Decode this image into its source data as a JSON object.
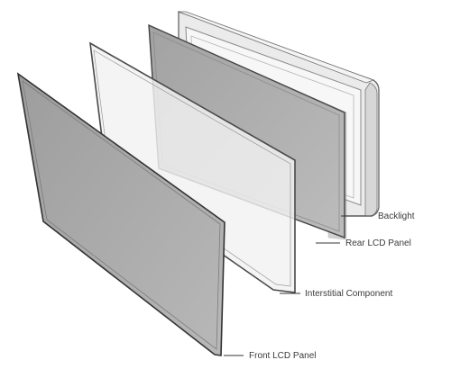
{
  "labels": {
    "backlight": "Backlight",
    "rear_lcd": "Rear LCD Panel",
    "interstitial": "Interstitial Component",
    "front_lcd": "Front LCD Panel"
  },
  "colors": {
    "panel_gray": "#a9a9a9",
    "frame_gray": "#8a8a8a",
    "backlight_frame": "#e6e6e6",
    "clear_glass": "#f7f7f7",
    "leader_line": "#333333"
  }
}
